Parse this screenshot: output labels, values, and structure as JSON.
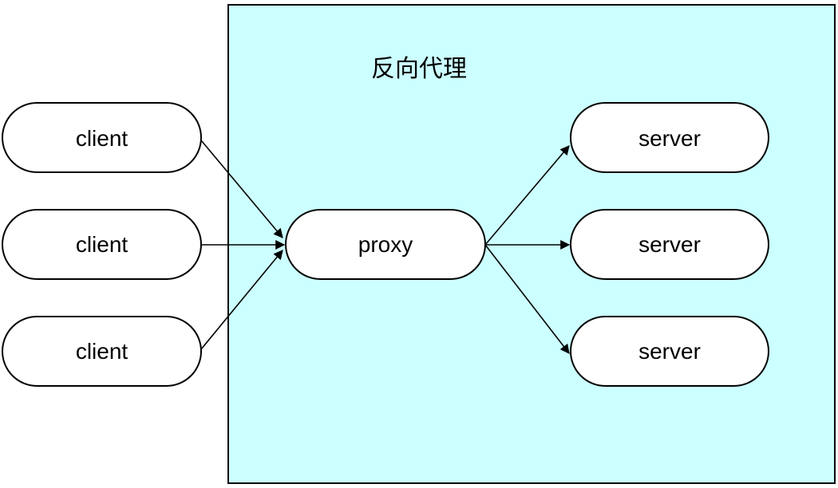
{
  "colors": {
    "group_fill": "#ccffff",
    "group_stroke": "#000000",
    "node_fill": "#ffffff",
    "node_stroke": "#000000",
    "edge": "#000000"
  },
  "group": {
    "title": "反向代理"
  },
  "nodes": {
    "clients": [
      {
        "label": "client"
      },
      {
        "label": "client"
      },
      {
        "label": "client"
      }
    ],
    "proxy": {
      "label": "proxy"
    },
    "servers": [
      {
        "label": "server"
      },
      {
        "label": "server"
      },
      {
        "label": "server"
      }
    ]
  },
  "edges": [
    {
      "from": "client-1",
      "to": "proxy"
    },
    {
      "from": "client-2",
      "to": "proxy"
    },
    {
      "from": "client-3",
      "to": "proxy"
    },
    {
      "from": "proxy",
      "to": "server-1"
    },
    {
      "from": "proxy",
      "to": "server-2"
    },
    {
      "from": "proxy",
      "to": "server-3"
    }
  ]
}
